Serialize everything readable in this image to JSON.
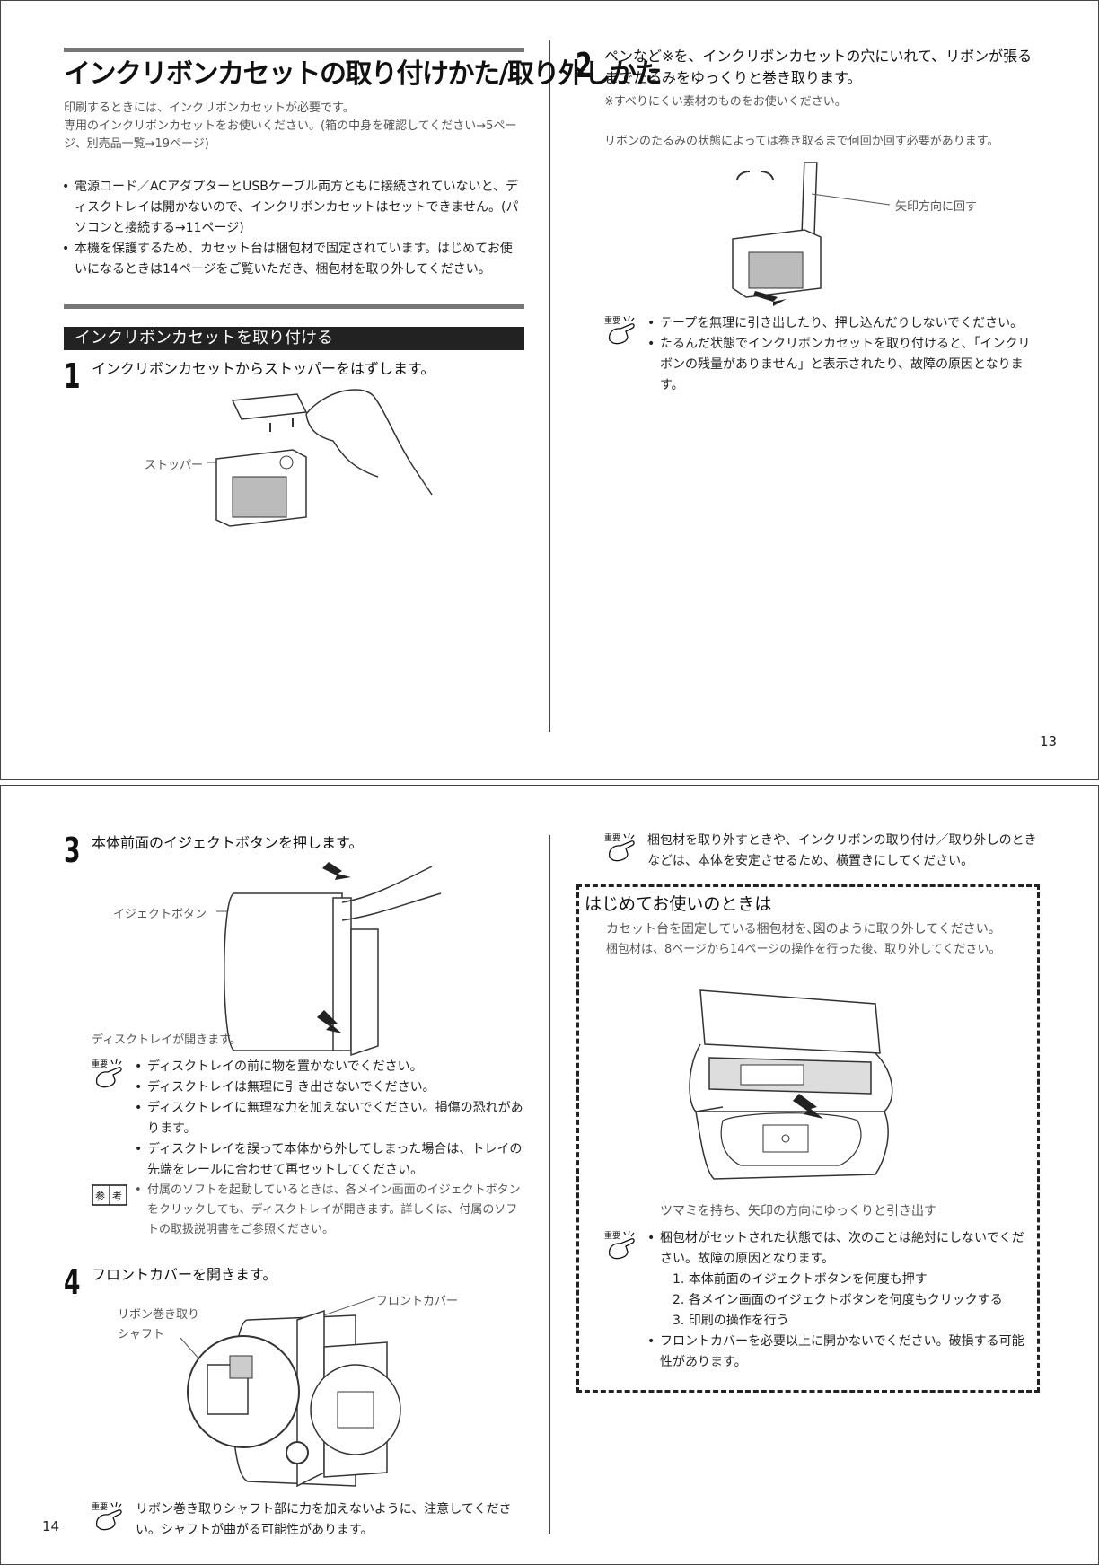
{
  "page13": {
    "title": "インクリボンカセットの取り付けかた/取り外しかた",
    "intro_line1": "印刷するときには、インクリボンカセットが必要です。",
    "intro_line2": "専用のインクリボンカセットをお使いください。(箱の中身を確認してください→5ページ、別売品一覧→19ページ)",
    "bullets": [
      "電源コード／ACアダプターとUSBケーブル両方ともに接続されていないと、ディスクトレイは開かないので、インクリボンカセットはセットできません。(パソコンと接続する→11ページ)",
      "本機を保護するため、カセット台は梱包材で固定されています。はじめてお使いになるときは14ページをご覧いただき、梱包材を取り外してください。"
    ],
    "section_title": "インクリボンカセットを取り付ける",
    "step1": {
      "num": "1",
      "text": "インクリボンカセットからストッパーをはずします。",
      "label": "ストッパー"
    },
    "step2": {
      "num": "2",
      "text": "ペンなど※を、インクリボンカセットの穴にいれて、リボンが張るまでたるみをゆっくりと巻き取ります。",
      "note": "※すべりにくい素材のものをお使いください。",
      "sub": "リボンのたるみの状態によっては巻き取るまで何回か回す必要があります。",
      "label": "矢印方向に回す",
      "important": [
        "テープを無理に引き出したり、押し込んだりしないでください。",
        "たるんだ状態でインクリボンカセットを取り付けると、「インクリボンの残量がありません」と表示されたり、故障の原因となります。"
      ]
    },
    "page_number": "13"
  },
  "page14": {
    "step3": {
      "num": "3",
      "text": "本体前面のイジェクトボタンを押します。",
      "label": "イジェクトボタン",
      "result": "ディスクトレイが開きます。",
      "important": [
        "ディスクトレイの前に物を置かないでください。",
        "ディスクトレイは無理に引き出さないでください。",
        "ディスクトレイに無理な力を加えないでください。損傷の恐れがあります。",
        "ディスクトレイを誤って本体から外してしまった場合は、トレイの先端をレールに合わせて再セットしてください。"
      ],
      "reference": "付属のソフトを起動しているときは、各メイン画面のイジェクトボタンをクリックしても、ディスクトレイが開きます。詳しくは、付属のソフトの取扱説明書をご参照ください。"
    },
    "step4": {
      "num": "4",
      "text": "フロントカバーを開きます。",
      "label_cover": "フロントカバー",
      "label_shaft_line1": "リボン巻き取り",
      "label_shaft_line2": "シャフト",
      "important": "リボン巻き取りシャフト部に力を加えないように、注意してください。シャフトが曲がる可能性があります。"
    },
    "top_important": "梱包材を取り外すときや、インクリボンの取り付け／取り外しのときなどは、本体を安定させるため、横置きにしてください。",
    "box": {
      "title": "はじめてお使いのときは",
      "lead": "カセット台を固定している梱包材を､図のように取り外してください。",
      "sub": "梱包材は、8ページから14ページの操作を行った後、取り外してください。",
      "caption": "ツマミを持ち、矢印の方向にゆっくりと引き出す",
      "important_lead": "梱包材がセットされた状態では、次のことは絶対にしないでください。故障の原因となります。",
      "numbered": [
        "1. 本体前面のイジェクトボタンを何度も押す",
        "2. 各メイン画面のイジェクトボタンを何度もクリックする",
        "3. 印刷の操作を行う"
      ],
      "important_last": "フロントカバーを必要以上に開かないでください。破損する可能性があります。"
    },
    "page_number": "14"
  },
  "icons": {
    "important": "important-hand-icon",
    "reference": "reference-book-icon"
  },
  "colors": {
    "rule": "#777777",
    "section_bar": "#222222",
    "text": "#222222"
  }
}
